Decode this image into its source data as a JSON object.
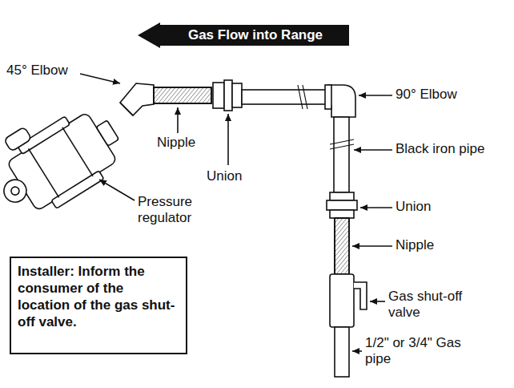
{
  "diagram": {
    "nodes": [
      {
        "text": [
          "Gas Flow into Range"
        ]
      },
      {
        "text": [
          "Installer: Inform the consumer of the location of the gas shut-off valve."
        ]
      }
    ],
    "labels": [
      "45° Elbow",
      "Nipple",
      "Union",
      "90° Elbow",
      "Black iron pipe",
      "Union",
      "Nipple",
      "Pressure regulator",
      "Gas shut-off valve",
      "1/2\" or 3/4\" Gas pipe"
    ]
  }
}
